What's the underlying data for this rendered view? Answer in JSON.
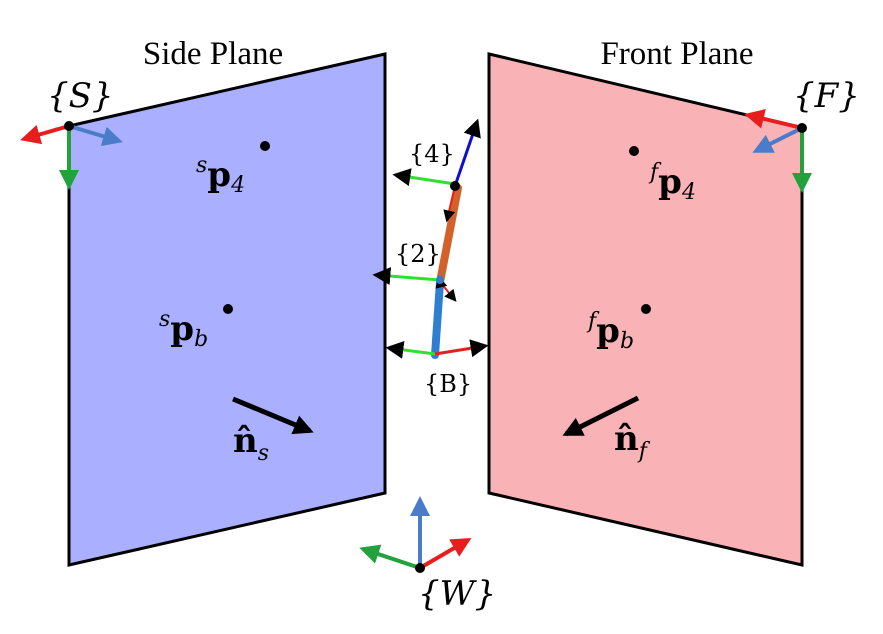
{
  "side_plane": {
    "title": "Side Plane",
    "fill": "#aab0ff",
    "frame_label": "{S}",
    "points": [
      {
        "sup": "s",
        "base": "p",
        "sub": "4"
      },
      {
        "sup": "s",
        "base": "p",
        "sub": "b"
      }
    ],
    "normal": {
      "base": "n̂",
      "sub": "s"
    }
  },
  "front_plane": {
    "title": "Front Plane",
    "fill": "#f9b2b6",
    "frame_label": "{F}",
    "points": [
      {
        "sup": "f",
        "base": "p",
        "sub": "4"
      },
      {
        "sup": "f",
        "base": "p",
        "sub": "b"
      }
    ],
    "normal": {
      "base": "n̂",
      "sub": "f"
    }
  },
  "robot": {
    "frames": [
      "{4}",
      "{2}",
      "{B}"
    ],
    "link_colors": {
      "upper": "#d2622a",
      "lower": "#2f7fd1",
      "blue_line": "#1010cc"
    }
  },
  "world_frame": {
    "label": "{W}"
  },
  "axis_colors": {
    "x": "#e81e1e",
    "y": "#22a13c",
    "z": "#4a7cc9"
  }
}
